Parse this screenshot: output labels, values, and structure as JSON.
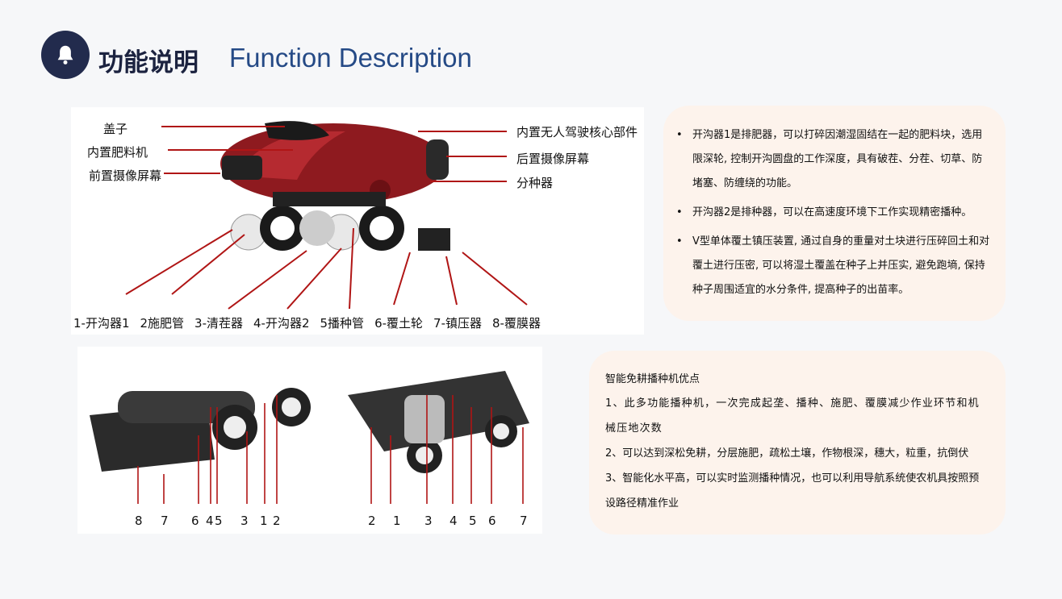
{
  "header": {
    "title_cn": "功能说明",
    "title_en": "Function Description",
    "icon": "bell-icon"
  },
  "top_figure": {
    "left_labels": [
      "盖子",
      "内置肥料机",
      "前置摄像屏幕"
    ],
    "right_labels": [
      "内置无人驾驶核心部件",
      "后置摄像屏幕",
      "分种器"
    ],
    "bottom_labels": [
      "1-开沟器1",
      "2施肥管",
      "3-清茬器",
      "4-开沟器2",
      "5播种管",
      "6-覆土轮",
      "7-镇压器",
      "8-覆膜器"
    ]
  },
  "bottom_figure": {
    "left_numbers": [
      "8",
      "7",
      "6",
      "4",
      "5",
      "3",
      "1",
      "2"
    ],
    "right_numbers": [
      "2",
      "1",
      "3",
      "4",
      "5",
      "6",
      "7"
    ]
  },
  "features": [
    "开沟器1是排肥器，可以打碎因潮湿固结在一起的肥料块，选用限深轮, 控制开沟圆盘的工作深度，具有破茬、分茬、切草、防堵塞、防缠绕的功能。",
    "开沟器2是排种器，可以在高速度环境下工作实现精密播种。",
    "V型单体覆土镇压装置, 通过自身的重量对土块进行压碎回土和对覆土进行压密, 可以将湿土覆盖在种子上并压实, 避免跑墒, 保持种子周围适宜的水分条件, 提高种子的出苗率。"
  ],
  "advantages": {
    "title": "智能免耕播种机优点",
    "items": [
      "1、此多功能播种机，一次完成起垄、播种、施肥、覆膜减少作业环节和机械压地次数",
      "2、可以达到深松免耕，分层施肥，疏松土壤，作物根深，穗大，粒重，抗倒伏",
      "3、智能化水平高，可以实时监测播种情况，也可以利用导航系统使农机具按照预设路径精准作业"
    ]
  },
  "colors": {
    "accent": "#222b4d",
    "title_en": "#254a86",
    "arrow": "#b01515",
    "box_bg": "#fdf3ec"
  }
}
